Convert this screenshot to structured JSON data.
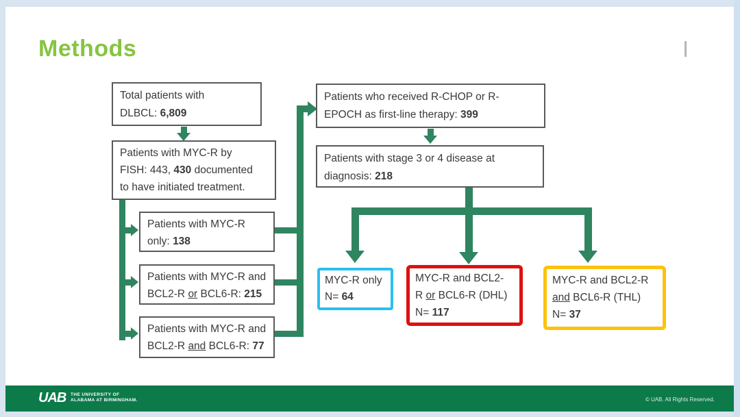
{
  "colors": {
    "background": "#d8e4f0",
    "slide": "#ffffff",
    "title": "#87c441",
    "arrow": "#2f8560",
    "box_border": "#595959",
    "text": "#3a3a3a",
    "footer_bar": "#0d7a4a",
    "footer_text": "#ffffff",
    "highlight_blue": "#29c0ee",
    "highlight_red": "#dd1111",
    "highlight_yellow": "#fdc20e"
  },
  "title": "Methods",
  "flowchart": {
    "total_patients": {
      "lines": [
        [
          {
            "t": "Total patients with"
          }
        ],
        [
          {
            "t": "DLBCL: "
          },
          {
            "t": "6,809",
            "b": true
          }
        ]
      ]
    },
    "myc_r_fish": {
      "lines": [
        [
          {
            "t": "Patients with MYC-R by"
          }
        ],
        [
          {
            "t": "FISH: 443, "
          },
          {
            "t": "430",
            "b": true
          },
          {
            "t": " documented"
          }
        ],
        [
          {
            "t": "to have initiated treatment."
          }
        ]
      ]
    },
    "myc_r_only": {
      "lines": [
        [
          {
            "t": "Patients with MYC-R"
          }
        ],
        [
          {
            "t": "only: "
          },
          {
            "t": "138",
            "b": true
          }
        ]
      ]
    },
    "myc_bcl2_or_bcl6": {
      "lines": [
        [
          {
            "t": "Patients with MYC-R and"
          }
        ],
        [
          {
            "t": "BCL2-R "
          },
          {
            "t": "or",
            "u": true
          },
          {
            "t": " BCL6-R: "
          },
          {
            "t": "215",
            "b": true
          }
        ]
      ]
    },
    "myc_bcl2_and_bcl6": {
      "lines": [
        [
          {
            "t": "Patients with MYC-R and"
          }
        ],
        [
          {
            "t": "BCL2-R "
          },
          {
            "t": "and",
            "u": true
          },
          {
            "t": " BCL6-R: "
          },
          {
            "t": "77",
            "b": true
          }
        ]
      ]
    },
    "rchop_repoch": {
      "lines": [
        [
          {
            "t": "Patients who received R-CHOP or R-"
          }
        ],
        [
          {
            "t": "EPOCH as first-line therapy: "
          },
          {
            "t": "399",
            "b": true
          }
        ]
      ]
    },
    "stage_3_4": {
      "lines": [
        [
          {
            "t": "Patients with stage 3 or 4 disease at"
          }
        ],
        [
          {
            "t": "diagnosis: "
          },
          {
            "t": "218",
            "b": true
          }
        ]
      ]
    },
    "outcome_myc_only": {
      "lines": [
        [
          {
            "t": "MYC-R only"
          }
        ],
        [
          {
            "t": "N= "
          },
          {
            "t": "64",
            "b": true
          }
        ]
      ]
    },
    "outcome_dhl": {
      "lines": [
        [
          {
            "t": "MYC-R and BCL2-"
          }
        ],
        [
          {
            "t": "R "
          },
          {
            "t": "or",
            "u": true
          },
          {
            "t": " BCL6-R (DHL)"
          }
        ],
        [
          {
            "t": "N= "
          },
          {
            "t": "117",
            "b": true
          }
        ]
      ]
    },
    "outcome_thl": {
      "lines": [
        [
          {
            "t": "MYC-R and BCL2-R"
          }
        ],
        [
          {
            "t": "and",
            "u": true
          },
          {
            "t": " BCL6-R (THL)"
          }
        ],
        [
          {
            "t": "N= "
          },
          {
            "t": "37",
            "b": true
          }
        ]
      ]
    }
  },
  "footer": {
    "logo": "UAB",
    "org_line1": "THE UNIVERSITY OF",
    "org_line2": "ALABAMA AT BIRMINGHAM.",
    "copyright": "© UAB. All Rights Reserved."
  }
}
